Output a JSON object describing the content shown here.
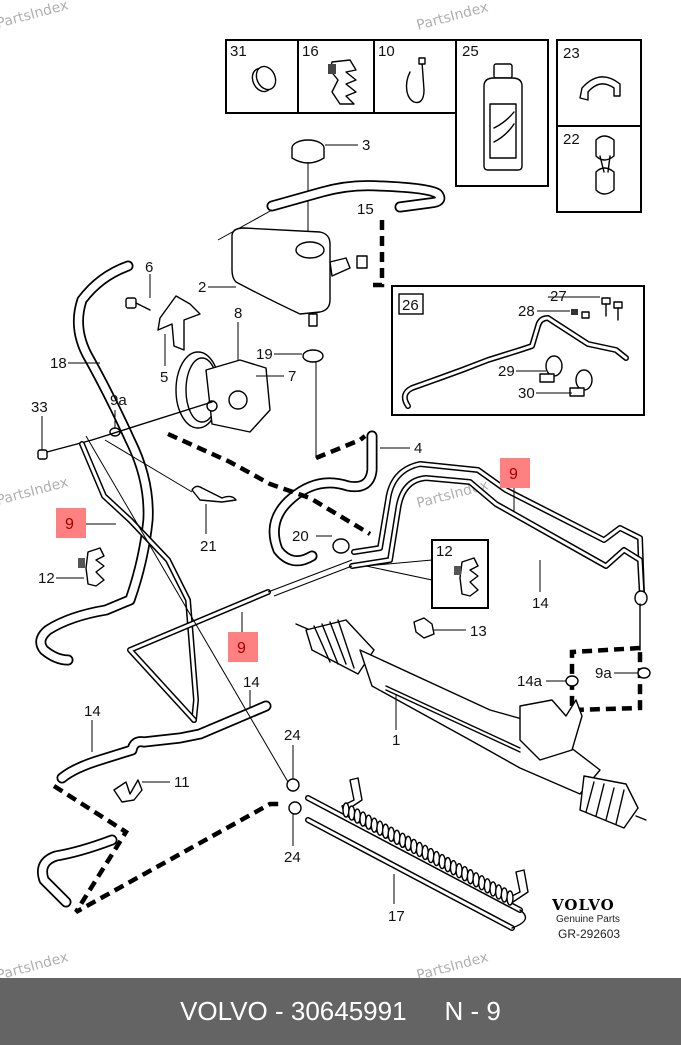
{
  "diagram": {
    "title": "Power steering system parts diagram",
    "watermark": "PartsIndex",
    "highlight_color": "#ff8080",
    "highlight_text_color": "#a00000",
    "highlighted_part": "9",
    "inset_boxes": [
      {
        "label": "31"
      },
      {
        "label": "16"
      },
      {
        "label": "10"
      },
      {
        "label": "25"
      },
      {
        "label": "23"
      },
      {
        "label": "22"
      }
    ],
    "subassembly_box": {
      "label": "26",
      "parts": [
        "27",
        "28",
        "29",
        "30"
      ]
    },
    "clip_inset": {
      "label": "12"
    },
    "callouts": {
      "p1": "1",
      "p2": "2",
      "p3": "3",
      "p4": "4",
      "p5": "5",
      "p6": "6",
      "p7": "7",
      "p8": "8",
      "p9a_top": "9a",
      "p9a_right": "9a",
      "p9_a": "9",
      "p9_b": "9",
      "p9_c": "9",
      "p11": "11",
      "p12": "12",
      "p13": "13",
      "p14_a": "14",
      "p14_b": "14",
      "p14_c": "14",
      "p14a": "14a",
      "p15": "15",
      "p17": "17",
      "p18": "18",
      "p19": "19",
      "p20": "20",
      "p21": "21",
      "p24_top": "24",
      "p24_bottom": "24",
      "p27": "27",
      "p28": "28",
      "p29": "29",
      "p30": "30",
      "p33": "33"
    },
    "brand": {
      "logo": "VOLVO",
      "subtitle": "Genuine Parts",
      "drawing_no": "GR-292603"
    }
  },
  "footer": {
    "brand_part": "VOLVO - 30645991",
    "position": "N - 9"
  }
}
